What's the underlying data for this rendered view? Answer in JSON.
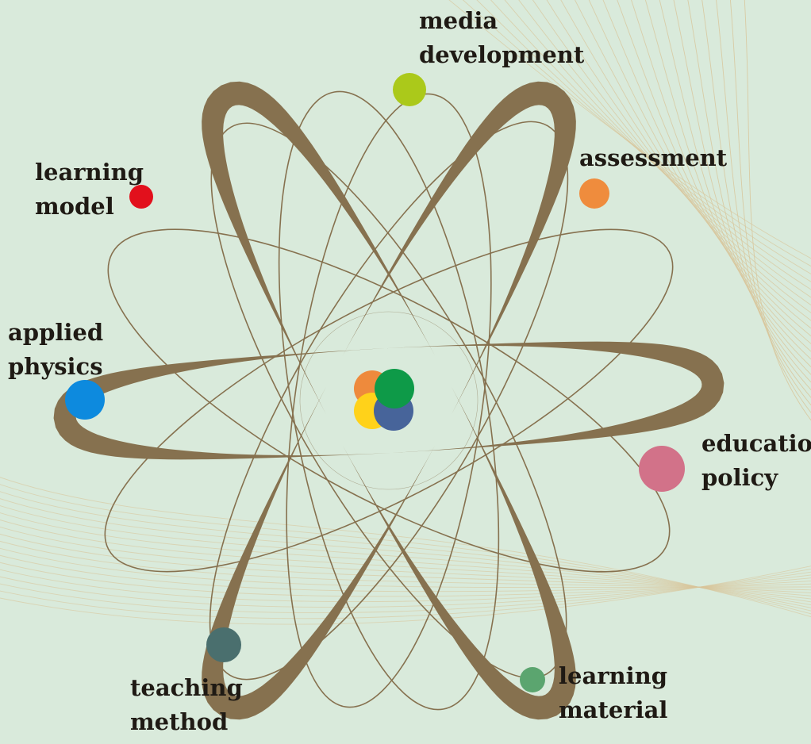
{
  "colors": {
    "background": "#d9eadb",
    "orbit": "#86714f",
    "wave_lines": "#d8c59a",
    "text": "#1f1a14"
  },
  "nucleus": {
    "particles": [
      {
        "color": "#ee8a3c"
      },
      {
        "color": "#ffd21a"
      },
      {
        "color": "#47649a"
      },
      {
        "color": "#0e9a48"
      }
    ]
  },
  "topics": [
    {
      "id": "media-development",
      "lines": [
        "media",
        "development"
      ],
      "color": "#abc91a"
    },
    {
      "id": "learning-model",
      "lines": [
        "learning",
        "model"
      ],
      "color": "#e2101c"
    },
    {
      "id": "assessment",
      "lines": [
        "assessment"
      ],
      "color": "#ef8c3d"
    },
    {
      "id": "applied-physics",
      "lines": [
        "applied",
        "physics"
      ],
      "color": "#0d8ade"
    },
    {
      "id": "education-policy",
      "lines": [
        "education",
        "policy"
      ],
      "color": "#d27289"
    },
    {
      "id": "teaching-method",
      "lines": [
        "teaching",
        "method"
      ],
      "color": "#4a6f6e"
    },
    {
      "id": "learning-material",
      "lines": [
        "learning",
        "material"
      ],
      "color": "#5ba56f"
    }
  ]
}
